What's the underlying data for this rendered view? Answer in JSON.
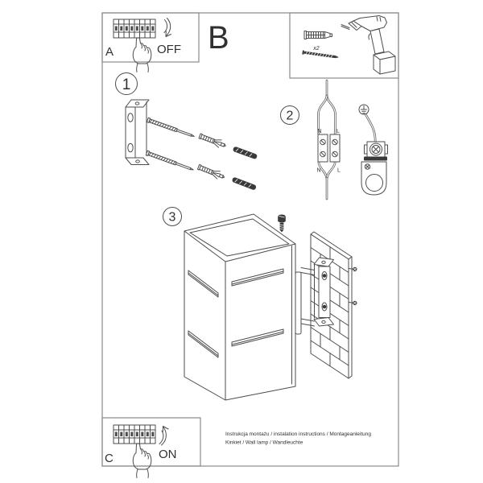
{
  "sheet": {
    "section_a": {
      "label": "A",
      "switch_state": "OFF"
    },
    "section_b": {
      "label": "B",
      "dowel_quantity": "x2"
    },
    "section_c": {
      "label": "C",
      "switch_state": "ON"
    },
    "steps": [
      {
        "number": "1"
      },
      {
        "number": "2"
      },
      {
        "number": "3"
      }
    ],
    "wiring_labels": {
      "top_left": "N",
      "top_right": "L",
      "bottom_left": "N",
      "bottom_right": "L"
    },
    "footer": {
      "line1": "Instrukcja montażu / instalation instructions / Montageanleitung",
      "line2": "Kinkiet / Wall lamp / Wandleuchte"
    },
    "colors": {
      "line_art": "#4d4d4d",
      "frame": "#8a8a8a",
      "dark_fill": "#3a3a3a",
      "text": "#303030",
      "background": "#ffffff"
    }
  }
}
